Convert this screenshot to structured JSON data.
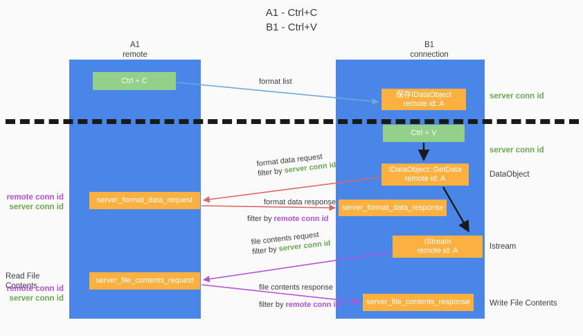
{
  "title": {
    "line1": "A1 - Ctrl+C",
    "line2": "B1 - Ctrl+V"
  },
  "lanes": [
    {
      "id": "a1",
      "title": "A1",
      "subtitle": "remote",
      "color": "#4a86e8"
    },
    {
      "id": "b1",
      "title": "B1",
      "subtitle": "connection",
      "color": "#4a86e8"
    }
  ],
  "colors": {
    "lane": "#4a86e8",
    "green_node": "#93d18b",
    "orange_node": "#fbb040",
    "server_conn": "#6aa84f",
    "remote_conn": "#b450d8",
    "blue_arrow": "#6fa8dc",
    "red_arrow": "#e06666",
    "magenta_arrow": "#b450d8",
    "black_arrow": "#1a1a1a",
    "background": "#fafafa",
    "text": "#3c3c3c"
  },
  "nodes": {
    "ctrl_c": {
      "label": "Ctrl + C",
      "sub": ""
    },
    "idataobject": {
      "label": "保存IDataObject",
      "sub": "remote id: A"
    },
    "ctrl_v": {
      "label": "Ctrl + V",
      "sub": ""
    },
    "getdata": {
      "label": "IDataObject::GetData",
      "sub": "remote id: A"
    },
    "server_format_data_request": {
      "label": "server_format_data_request",
      "sub": ""
    },
    "server_format_data_response": {
      "label": "server_format_data_response",
      "sub": ""
    },
    "istream": {
      "label": "IStream",
      "sub": "remote id: A"
    },
    "server_file_contents_request": {
      "label": "server_file_contents_request",
      "sub": ""
    },
    "server_file_contents_response": {
      "label": "server_file_contents_response",
      "sub": ""
    }
  },
  "edge_labels": {
    "format_list": "format list",
    "format_data_request": "format data request",
    "format_data_request_filter_prefix": "filter by ",
    "format_data_request_filter_value": "server conn id",
    "format_data_response": "format data response",
    "format_data_response_filter_prefix": "filter by ",
    "format_data_response_filter_value": "remote conn id",
    "file_contents_request": "file contents request",
    "file_contents_request_filter_prefix": "filter by ",
    "file_contents_request_filter_value": "server conn id",
    "file_contents_response": "file contents response",
    "file_contents_response_filter_prefix": "filter by ",
    "file_contents_response_filter_value": "remote conn id"
  },
  "right_annotations": {
    "server_conn_top": "server conn id",
    "server_conn_mid": "server conn id",
    "dataobject": "DataObject",
    "istream": "Istream",
    "write_file_contents": "Write File Contents"
  },
  "left_annotations": {
    "remote_conn_1": "remote conn id",
    "server_conn_1": "server conn id",
    "read_file_contents": "Read File Contents",
    "remote_conn_2": "remote conn id",
    "server_conn_2": "server conn id"
  }
}
